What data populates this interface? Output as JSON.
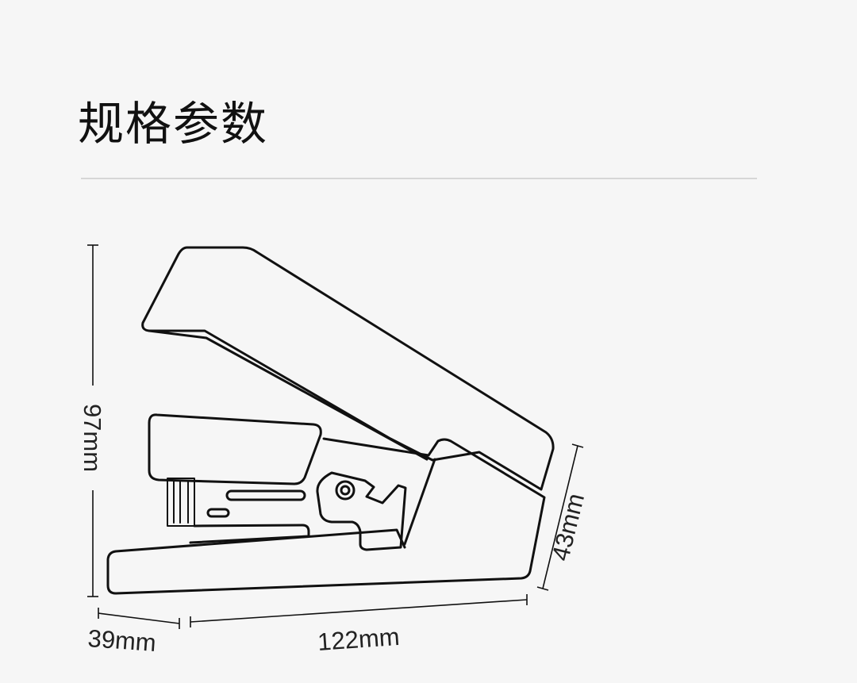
{
  "header": {
    "title": "规格参数"
  },
  "dimensions": {
    "height": "97mm",
    "depth": "39mm",
    "length": "122mm",
    "base_height": "43mm"
  },
  "colors": {
    "background": "#f6f6f6",
    "line": "#111111",
    "divider": "#d6d6d6",
    "text": "#222222"
  }
}
